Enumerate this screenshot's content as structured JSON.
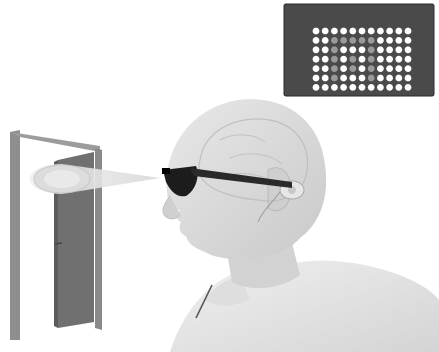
{
  "scene": {
    "background": "#ffffff",
    "objects": [
      {
        "id": "door",
        "icon": "door-icon"
      },
      {
        "id": "camera-beam",
        "icon": "beam-cone-icon"
      },
      {
        "id": "person",
        "icon": "head-profile-icon"
      },
      {
        "id": "camera-glasses",
        "icon": "glasses-icon"
      },
      {
        "id": "implant",
        "icon": "implant-receiver-icon"
      }
    ]
  },
  "phosphene_panel": {
    "rows": 7,
    "cols": 11,
    "background": "#4a4a4a",
    "frame_color": "#2a2a2a",
    "dot_color": "#ffffff",
    "dim_dot_color": "#9a9a9a",
    "dim_pattern": [
      "00000000000",
      "00111110000",
      "00100010000",
      "00101010000",
      "00101010000",
      "00100010000",
      "00000000000"
    ]
  },
  "colors": {
    "door_frame": "#8a8a8a",
    "door_panel": "#6f6f6f",
    "skin": "#d9d9d9",
    "skin_shadow": "#c4c4c4",
    "shirt": "#e4e4e4",
    "glasses": "#1c1c1c",
    "beam": "#e6e6e6"
  }
}
